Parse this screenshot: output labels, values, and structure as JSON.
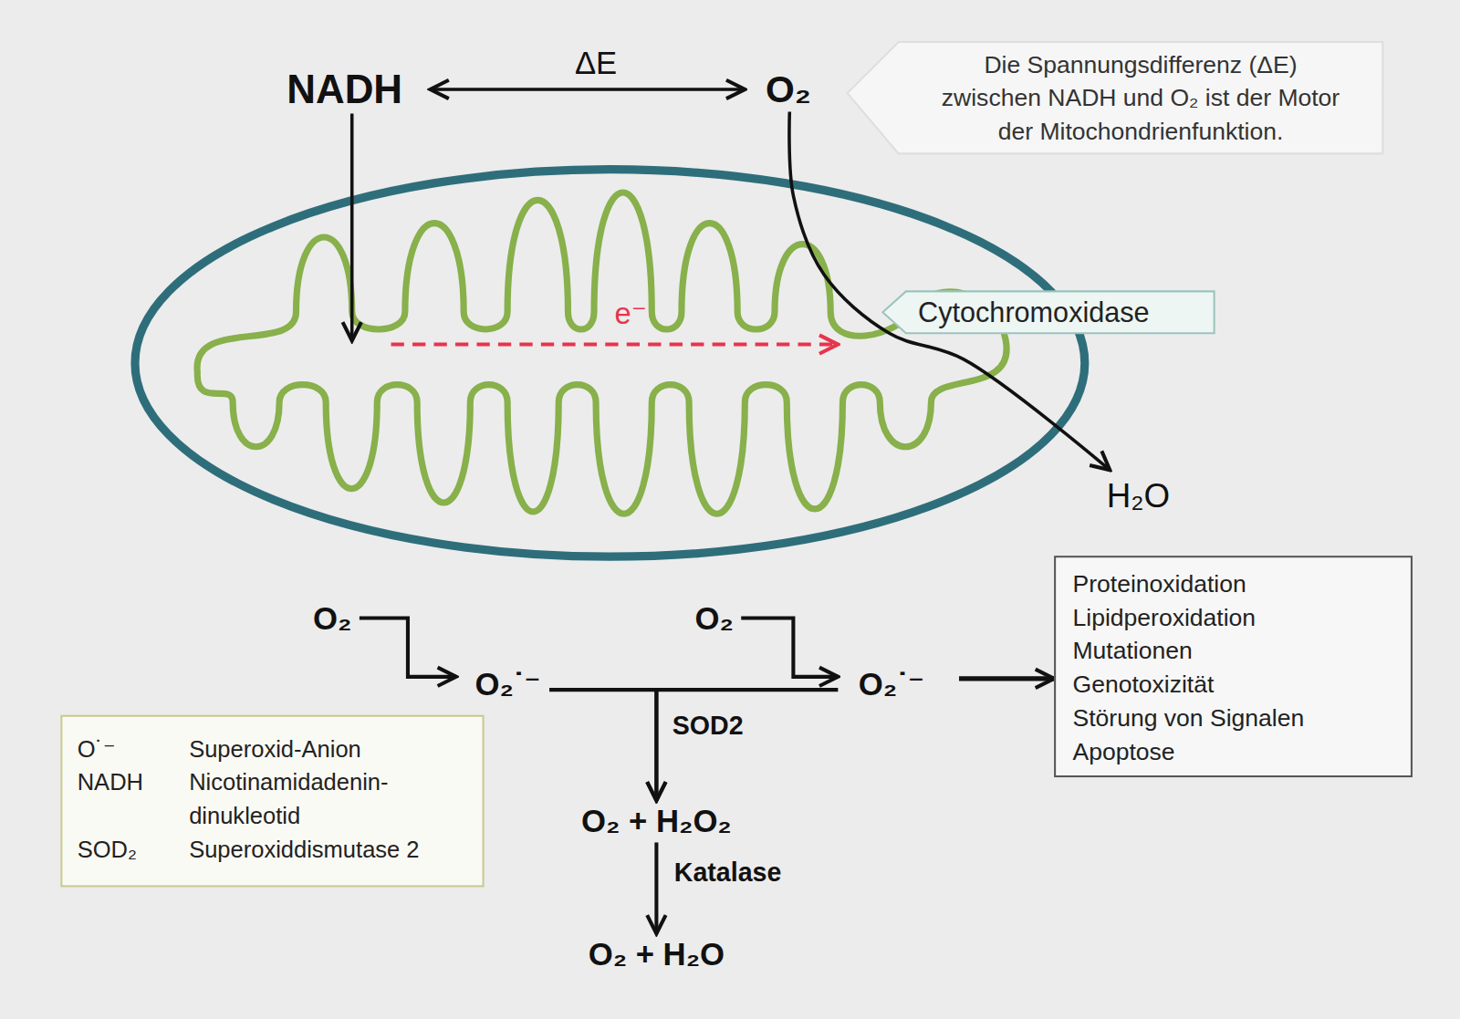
{
  "diagram": {
    "nodes": [
      {
        "text": [
          "NADH"
        ]
      },
      {
        "text": [
          "O₂"
        ]
      },
      {
        "text": [
          "Die Spannungsdifferenz (ΔE) zwischen NADH und O₂ ist der Motor der Mitochondrienfunktion."
        ]
      },
      {
        "text": [
          "Cytochromoxidase"
        ]
      },
      {
        "text": [
          "H₂O"
        ]
      },
      {
        "text": [
          "O₂"
        ]
      },
      {
        "text": [
          "O₂˙⁻"
        ]
      },
      {
        "text": [
          "O₂"
        ]
      },
      {
        "text": [
          "O₂˙⁻"
        ]
      },
      {
        "text": [
          "Proteinoxidation",
          "Lipidperoxidation",
          "Mutationen",
          "Genotoxizität",
          "Störung von Signalen",
          "Apoptose"
        ]
      },
      {
        "text": [
          "O₂ + H₂O₂"
        ]
      },
      {
        "text": [
          "O₂ + H₂O"
        ]
      },
      {
        "text": [
          "O˙⁻",
          "Superoxid-Anion",
          "NADH",
          "Nicotinamidadenin- dinukleotid",
          "SOD₂",
          "Superoxiddismutase 2"
        ]
      }
    ],
    "edges": [
      {
        "from": 0,
        "to": 1,
        "label": "ΔE",
        "arrow": "both"
      },
      {
        "from": 1,
        "to": 4,
        "arrow": "to"
      },
      {
        "from": 5,
        "to": 6,
        "arrow": "to"
      },
      {
        "from": 7,
        "to": 8,
        "arrow": "to"
      },
      {
        "from": 6,
        "to": 10,
        "label": "SOD2",
        "arrow": "to"
      },
      {
        "from": 8,
        "to": 10,
        "arrow": "to"
      },
      {
        "from": 8,
        "to": 9,
        "arrow": "to"
      },
      {
        "from": 10,
        "to": 11,
        "label": "Katalase",
        "arrow": "to"
      }
    ],
    "labels": [
      "e⁻"
    ]
  }
}
